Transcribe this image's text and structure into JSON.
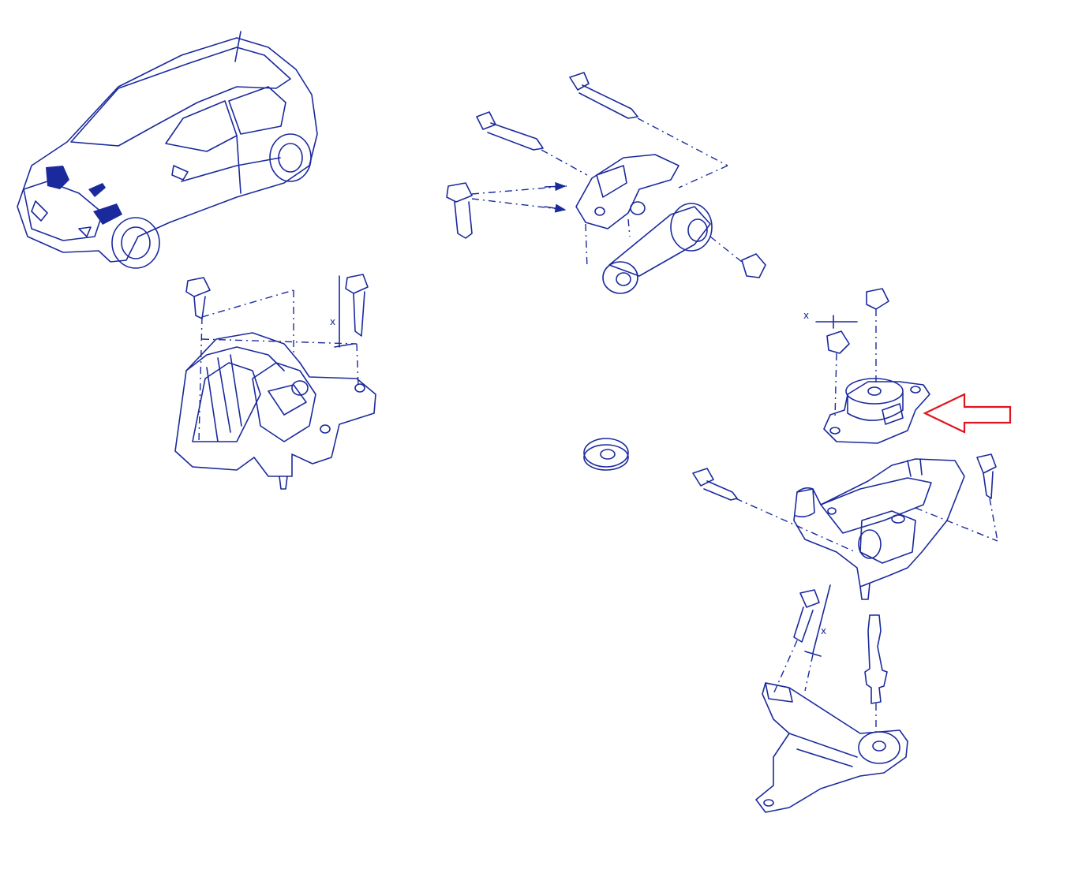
{
  "diagram": {
    "dimension_label": "x",
    "colors": {
      "line": "#1a2a9c",
      "fill": "#ffffff",
      "shade": "#dfe6ff",
      "arrow": "#e0141e"
    },
    "parts": [
      {
        "id": "vehicle",
        "icon": "car-icon"
      },
      {
        "id": "left-engine-mount",
        "icon": "engine-mount-icon"
      },
      {
        "id": "torque-rod",
        "icon": "torque-rod-icon"
      },
      {
        "id": "gearbox-mount-pad",
        "icon": "rubber-mount-icon",
        "highlighted": true
      },
      {
        "id": "gearbox-bracket",
        "icon": "bracket-icon"
      },
      {
        "id": "lower-support-arm",
        "icon": "support-arm-icon"
      },
      {
        "id": "washer",
        "icon": "washer-icon"
      }
    ],
    "callout": {
      "target": "gearbox-mount-pad",
      "icon": "left-arrow-icon"
    }
  }
}
